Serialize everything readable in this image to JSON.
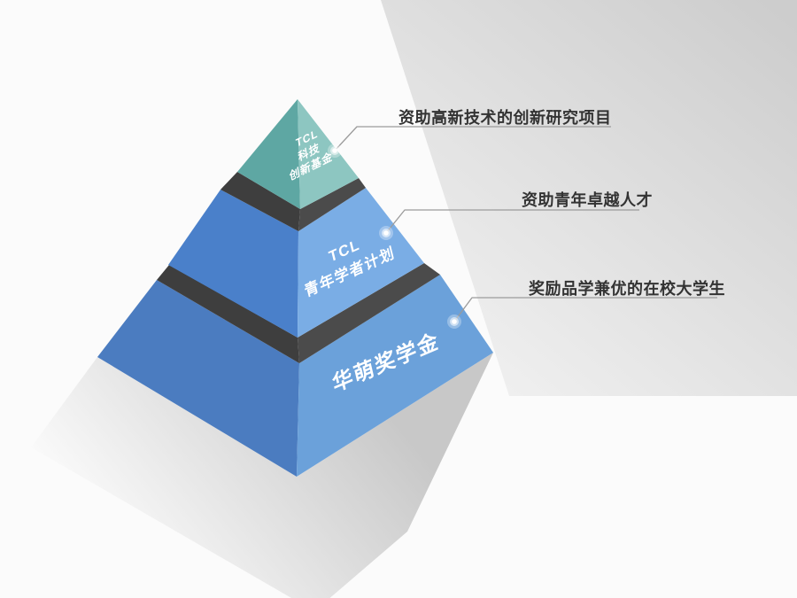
{
  "background": {
    "page_color": "#fbfbfb",
    "panel_gradient_start": "#f0f0f0",
    "panel_gradient_end": "#cdcdcd"
  },
  "pyramid": {
    "label_color": "#ffffff",
    "shadow_color": "#9e9e9e",
    "separator_left_color": "#3e3e3e",
    "separator_right_color": "#4b4b4b",
    "tiers": [
      {
        "label_lines": [
          "TCL",
          "科技",
          "创新基金"
        ],
        "left_face_color": "#5ea7a3",
        "right_face_color": "#8dc6c1",
        "callout": "资助高新技术的创新研究项目"
      },
      {
        "label_lines": [
          "TCL",
          "青年学者计划"
        ],
        "left_face_color": "#4a80ca",
        "right_face_color": "#7aade5",
        "callout": "资助青年卓越人才"
      },
      {
        "label_lines": [
          "华萌奖学金"
        ],
        "left_face_color": "#4b7cc0",
        "right_face_color": "#6ba1da",
        "callout": "奖励品学兼优的在校大学生"
      }
    ]
  },
  "callouts": {
    "line_color": "#9b9b9b",
    "text_color": "#333333"
  }
}
